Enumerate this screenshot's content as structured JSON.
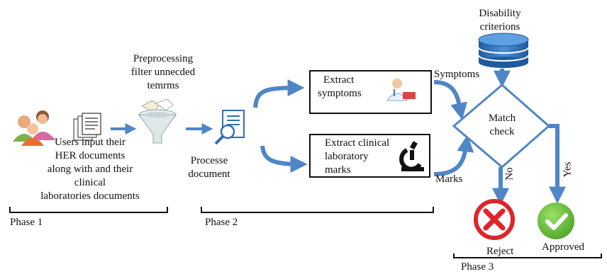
{
  "phase1": {
    "input_text": [
      "Users input their",
      "HER  documents",
      "along with and their",
      "clinical",
      "laboratories documents"
    ],
    "preprocess_text": [
      "Preprocessing",
      "filter unnecded",
      "temrms"
    ],
    "label": "Phase 1"
  },
  "phase2": {
    "process_text": [
      "Processe",
      "document"
    ],
    "extract_symptoms": [
      "Extract",
      "symptoms"
    ],
    "extract_lab": [
      "Extract clinical",
      "laboratory",
      "marks"
    ],
    "label": "Phase 2"
  },
  "phase3": {
    "db_text": [
      "Disability",
      "criterions"
    ],
    "symptoms_label": "Symptoms",
    "marks_label": "Marks",
    "decision_text": [
      "Match",
      "check"
    ],
    "no_label": "No",
    "yes_label": "Yes",
    "reject_label": "Reject",
    "approved_label": "Approved",
    "label": "Phase 3"
  },
  "colors": {
    "arrow_blue": "#4f86c6",
    "db_blue": "#2e6fb6",
    "reject_red": "#e0242b",
    "approve_green": "#5fb833"
  },
  "icons": [
    "users-icon",
    "documents-icon",
    "funnel-filter-icon",
    "document-search-icon",
    "doctor-icon",
    "microscope-icon",
    "database-icon",
    "reject-x-icon",
    "approve-check-icon"
  ]
}
